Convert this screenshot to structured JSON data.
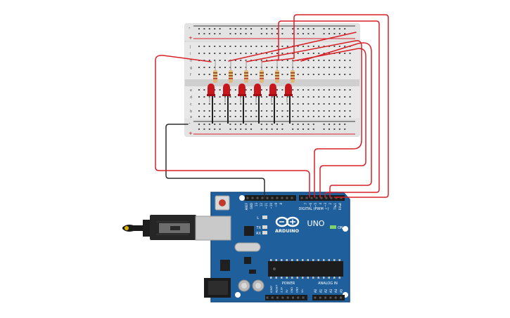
{
  "breadboard": {
    "columns": 30,
    "rail_labels": [
      "-",
      "+"
    ],
    "row_labels_top": [
      "j",
      "i",
      "h",
      "g",
      "f"
    ],
    "row_labels_bottom": [
      "e",
      "d",
      "c",
      "b",
      "a"
    ]
  },
  "leds": {
    "count": 6,
    "led_color": "#c8161d",
    "resistor_color": "#e2b77a"
  },
  "colors": {
    "wire_red": "#d92027",
    "wire_black": "#2b2b2b",
    "board_blue": "#1f5f9c",
    "board_edge": "#174c80"
  },
  "arduino": {
    "brand": "ARDUINO",
    "model": "UNO",
    "digital_label": "DIGITAL (PWM ~)",
    "on_label": "ON",
    "power_label": "POWER",
    "analog_label": "ANALOG IN",
    "led_labels": [
      "L",
      "TX",
      "RX"
    ],
    "digital_pins": [
      "AREF",
      "GND",
      "13",
      "12",
      "~11",
      "~10",
      "~9",
      "8",
      "7",
      "~6",
      "~5",
      "4",
      "~3",
      "2",
      "TX▸1",
      "RX◂0"
    ],
    "power_pins": [
      "IOREF",
      "RESET",
      "3.3V",
      "5V",
      "GND",
      "GND",
      "Vin"
    ],
    "analog_pins": [
      "A0",
      "A1",
      "A2",
      "A3",
      "A4",
      "A5"
    ]
  }
}
